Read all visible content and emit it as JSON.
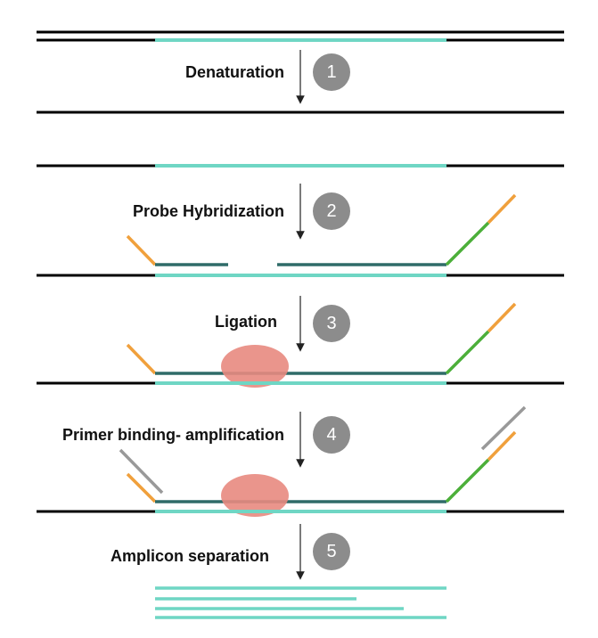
{
  "steps": [
    {
      "number": "1",
      "label": "Denaturation"
    },
    {
      "number": "2",
      "label": "Probe Hybridization"
    },
    {
      "number": "3",
      "label": "Ligation"
    },
    {
      "number": "4",
      "label": "Primer binding- amplification"
    },
    {
      "number": "5",
      "label": "Amplicon separation"
    }
  ],
  "colors": {
    "dna_strand": "#000000",
    "target_region": "#6fd6c4",
    "probe": "#2f6b68",
    "probe_tail_orange": "#f0a03c",
    "probe_tail_green": "#4caf3a",
    "primer": "#999999",
    "ligase": "#e88a80",
    "badge": "#8c8c8c"
  }
}
